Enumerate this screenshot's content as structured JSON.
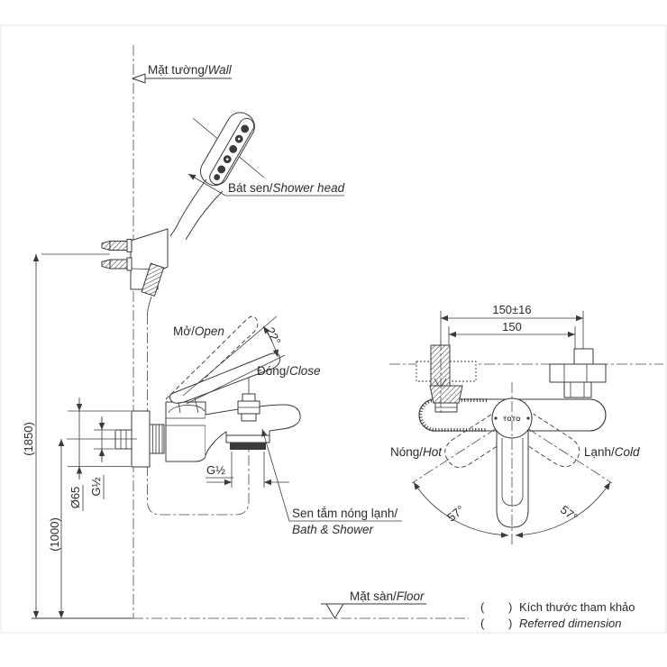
{
  "brand": "TOTO",
  "labels": {
    "wall": {
      "vi": "Mặt tường/",
      "en": "Wall"
    },
    "shower_head": {
      "vi": "Bát sen/",
      "en": "Shower head"
    },
    "open": {
      "vi": "Mở/",
      "en": "Open"
    },
    "close": {
      "vi": "Đóng/",
      "en": "Close"
    },
    "bath_shower": {
      "vi": "Sen tắm nóng lạnh/",
      "en": "Bath & Shower"
    },
    "hot": {
      "vi": "Nóng/",
      "en": "Hot"
    },
    "cold": {
      "vi": "Lạnh/",
      "en": "Cold"
    },
    "floor": {
      "vi": "Mặt sàn/",
      "en": "Floor"
    }
  },
  "dimensions": {
    "bracket_height": "(1850)",
    "faucet_height": "(1000)",
    "escutcheon_diameter": "Ø65",
    "side_thread": "G½",
    "bottom_thread": "G½",
    "pipe_span_tolerance": "150±16",
    "pipe_span": "150",
    "open_angle": "22°",
    "swing_left": "57°",
    "swing_right": "57°"
  },
  "legend": {
    "open_paren": "(",
    "close_paren": ")",
    "note_vi": "Kích thước tham khảo",
    "note_en": "Referred dimension"
  },
  "colors": {
    "line": "#3a3a3a",
    "text": "#2b2b2b",
    "border": "#e7e7e7"
  }
}
